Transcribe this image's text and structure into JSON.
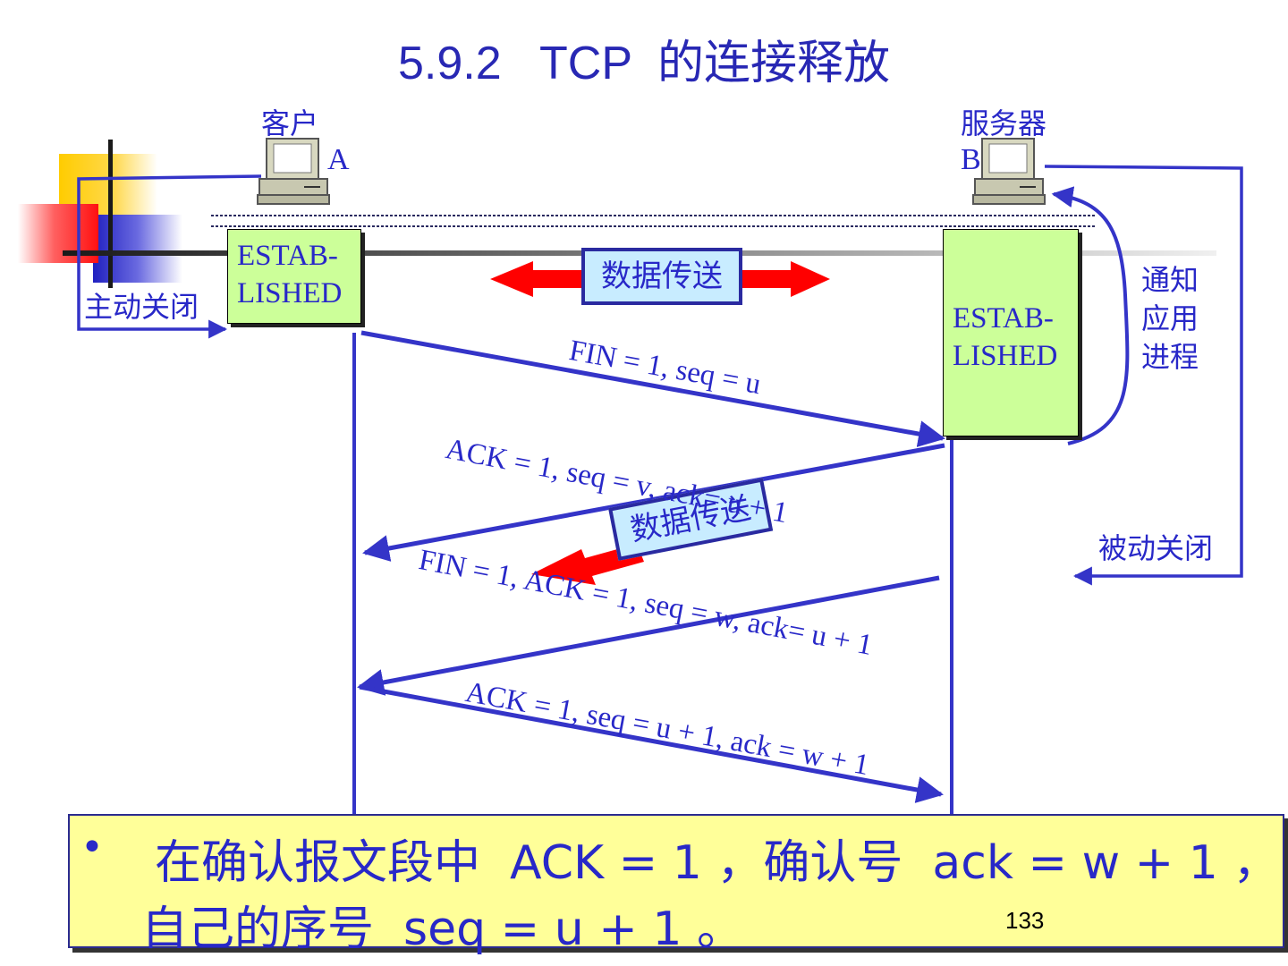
{
  "title": "5.9.2   TCP  的连接释放",
  "client": {
    "label": "客户",
    "letter": "A"
  },
  "server": {
    "label": "服务器",
    "letter": "B"
  },
  "active_close": "主动关闭",
  "passive_close": "被动关闭",
  "notify": [
    "通知",
    "应用",
    "进程"
  ],
  "state_client": [
    "ESTAB-",
    "LISHED"
  ],
  "state_server": [
    "ESTAB-",
    "LISHED"
  ],
  "data_transfer_top": "数据传送",
  "data_transfer_mid": "数据传送",
  "messages": [
    "FIN = 1, seq = u",
    "ACK = 1, seq = v, ack= u + 1",
    "FIN = 1, ACK = 1, seq = w, ack= u + 1",
    "ACK = 1, seq = u + 1, ack = w + 1"
  ],
  "note": {
    "bullet": "•",
    "line1": "在确认报文段中  ACK = 1 ，确认号  ack = w + 1 ，",
    "line2": "自己的序号  seq = u + 1 。"
  },
  "page_number": "133",
  "colors": {
    "text": "#2828c8",
    "arrow": "#3434c8",
    "state": "#ccff99",
    "note": "#ffff99",
    "red": "#ff0000"
  }
}
